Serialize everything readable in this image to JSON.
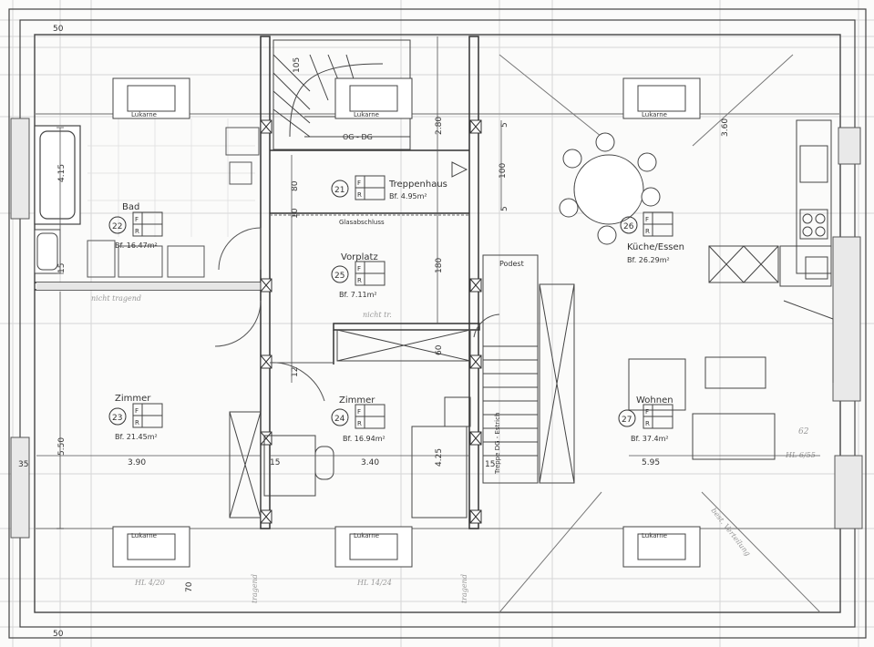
{
  "rooms": {
    "r21": {
      "number": "21",
      "name": "Treppenhaus",
      "area": "Bf. 4.95m²"
    },
    "r22": {
      "number": "22",
      "name": "Bad",
      "area": "Bf. 16.47m²"
    },
    "r23": {
      "number": "23",
      "name": "Zimmer",
      "area": "Bf. 21.45m²",
      "width": "3.90"
    },
    "r24": {
      "number": "24",
      "name": "Zimmer",
      "area": "Bf. 16.94m²",
      "width": "3.40"
    },
    "r25": {
      "number": "25",
      "name": "Vorplatz",
      "area": "Bf. 7.11m²"
    },
    "r26": {
      "number": "26",
      "name": "Küche/Essen",
      "area": "Bf. 26.29m²"
    },
    "r27": {
      "number": "27",
      "name": "Wohnen",
      "area": "Bf. 37.4m²",
      "width": "5.95"
    }
  },
  "flags": {
    "f": "F",
    "r": "R"
  },
  "labels": {
    "lukarne": "Lukarne",
    "og_dg": "OG - DG",
    "glasabschluss": "Glasabschluss",
    "nicht_tragend": "nicht tragend",
    "nicht_tr": "nicht tr.",
    "podest": "Podest",
    "treppe": "Treppe DG - Estrich",
    "tragend": "tragend",
    "best_verteilung": "best. Verteilung",
    "hl_left": "HL 4/20",
    "hl_mid": "HL 14/24",
    "hl_right": "HL 6/55"
  },
  "dims": {
    "d50": "50",
    "d415": "4.15",
    "d15": "15",
    "d550": "5.50",
    "d35": "35",
    "d425": "4.25",
    "d105": "105",
    "d280": "2.80",
    "d180": "180",
    "d100": "100",
    "d5": "5",
    "d360": "3.60",
    "d70": "70",
    "d80": "80",
    "d10": "10",
    "d62": "62",
    "d12": "12",
    "d60": "60"
  }
}
